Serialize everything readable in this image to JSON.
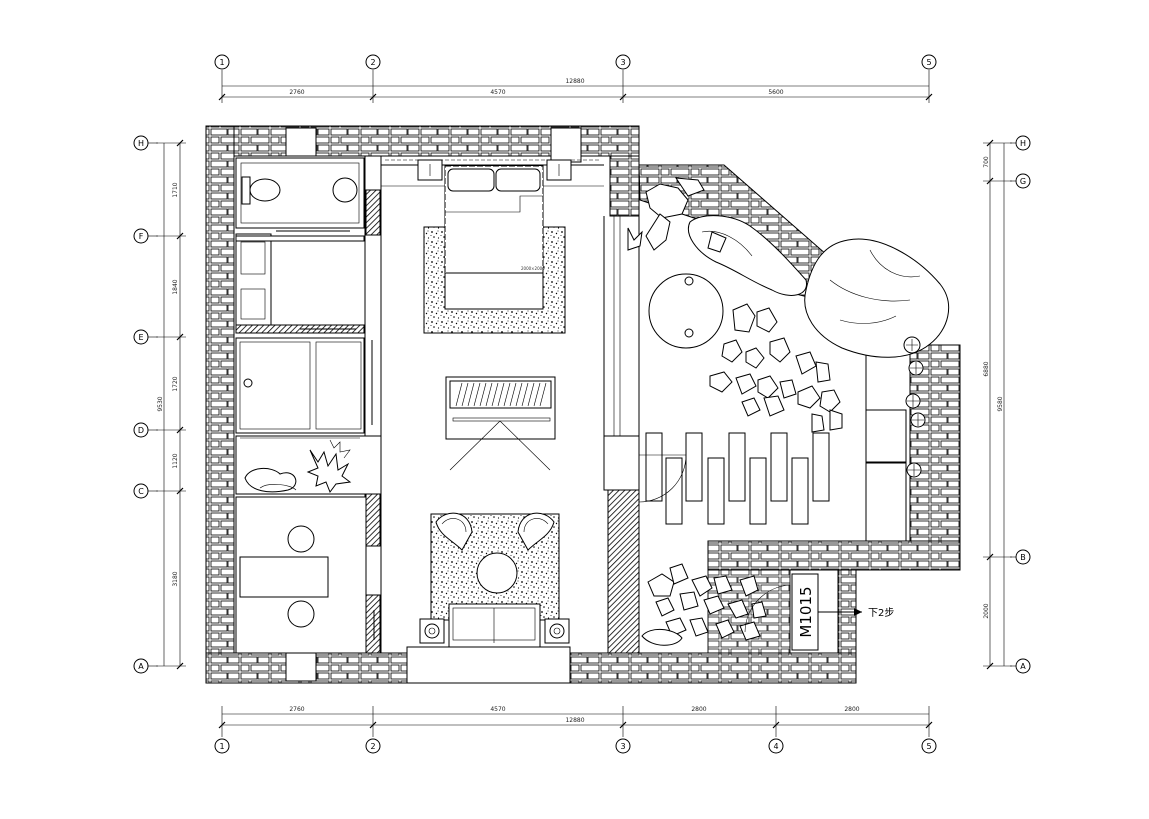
{
  "grid_axes": {
    "vertical": [
      "1",
      "2",
      "3",
      "4",
      "5"
    ],
    "horizontal": [
      "H",
      "G",
      "F",
      "E",
      "D",
      "C",
      "B",
      "A"
    ]
  },
  "dimensions": {
    "top": {
      "segments": [
        "2760",
        "4570",
        "5600"
      ],
      "total": "12880"
    },
    "bottom": {
      "segments": [
        "2760",
        "4570",
        "2800",
        "2800"
      ],
      "total": "12880"
    },
    "left": {
      "segments": [
        "1710",
        "1840",
        "1720",
        "1120",
        "3180"
      ],
      "total": "9530"
    },
    "right": {
      "segments": [
        "700",
        "6880",
        "2000"
      ],
      "total": "9580"
    }
  },
  "labels": {
    "door_code": "M1015",
    "step_down": "下2步",
    "bed_tag": "2000×2000"
  },
  "colors": {
    "line": "#000000",
    "background": "#ffffff",
    "hatch": "#222222"
  }
}
